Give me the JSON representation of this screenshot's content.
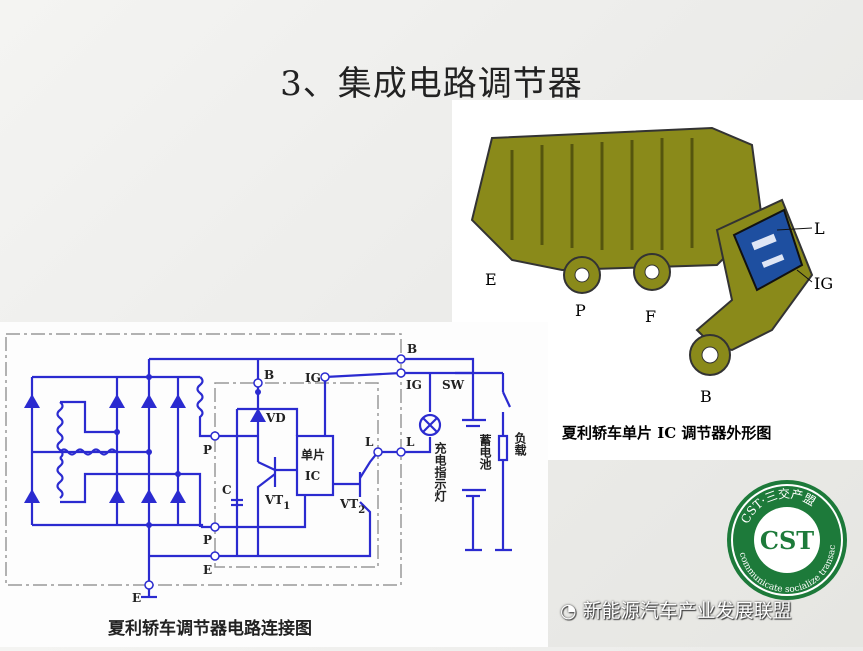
{
  "slide": {
    "title": "3、集成电路调节器"
  },
  "photo": {
    "caption": "夏利轿车单片 IC 调节器外形图",
    "labels": {
      "E": "E",
      "P": "P",
      "F": "F",
      "B": "B",
      "L": "L",
      "IG": "IG"
    },
    "colors": {
      "body": "#8a8a1a",
      "connector": "#1e4fa0"
    }
  },
  "schematic": {
    "caption": "夏利轿车调节器电路连接图",
    "labels": {
      "B_out": "B",
      "B_in": "B",
      "IG_in": "IG",
      "IG_out": "IG",
      "SW": "SW",
      "VD": "VD",
      "P1": "P",
      "P2": "P",
      "E1": "E",
      "E2": "E",
      "C": "C",
      "VT1": "VT",
      "VT1_sub": "1",
      "VT2": "VT",
      "VT2_sub": "2",
      "IC1": "单片",
      "IC2": "IC",
      "L_in": "L",
      "L_out": "L",
      "lamp": "充电指示灯",
      "battery": "蓄电池",
      "load": "负载"
    },
    "colors": {
      "wire": "#2b2bd0"
    }
  },
  "watermark": {
    "text": "新能源汽车产业发展联盟"
  },
  "logo": {
    "top_text": "CST·三交产盟",
    "bottom_text": "communicate socialize transact",
    "mark": "CST",
    "color": "#1d7a3a"
  }
}
